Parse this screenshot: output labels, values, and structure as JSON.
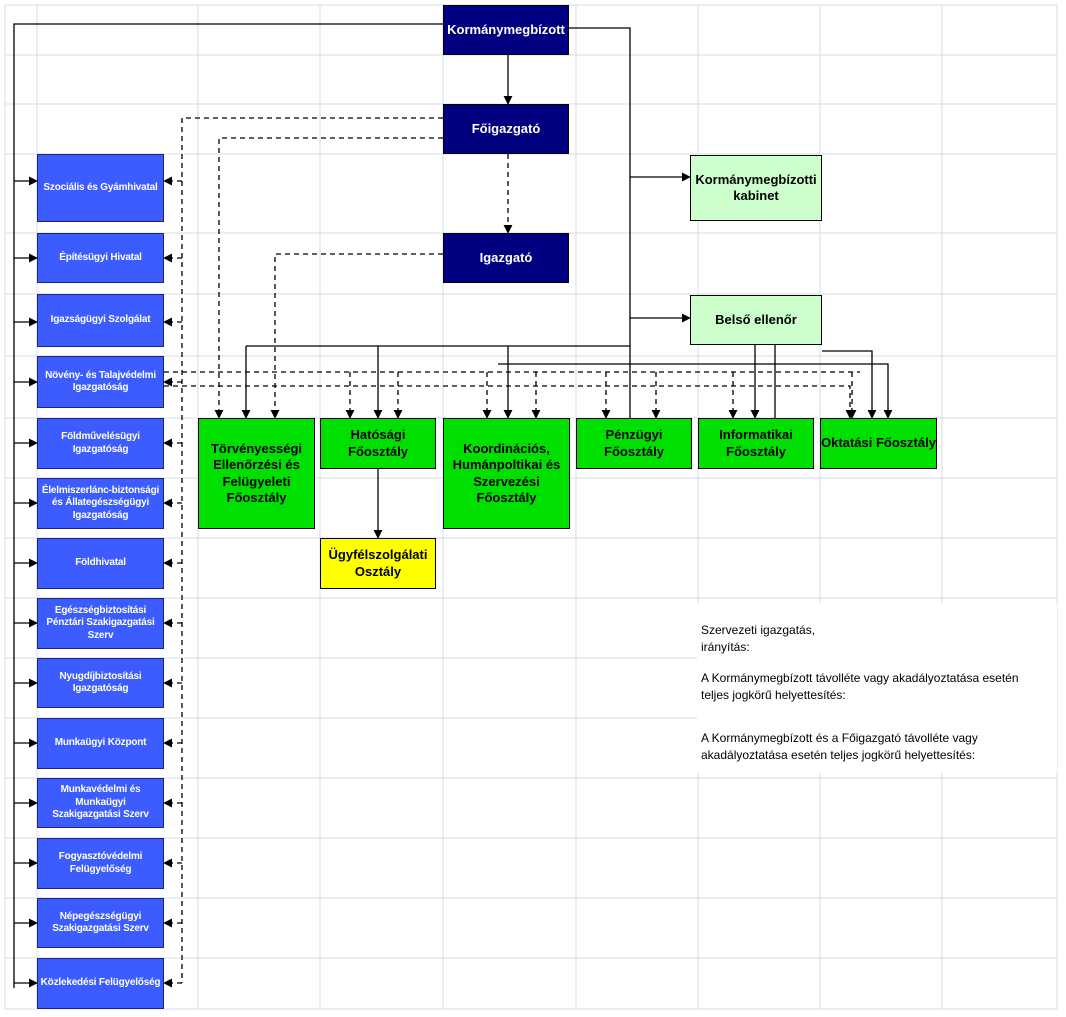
{
  "colors": {
    "navy": "#000080",
    "blue": "#3d5cff",
    "green": "#00e000",
    "light_green": "#ccffcc",
    "yellow": "#ffff00",
    "grid": "#d4dce8"
  },
  "top": {
    "governor": "Kormánymegbízott",
    "director_general": "Főigazgató",
    "director": "Igazgató",
    "cabinet": "Kormánymegbízotti kabinet",
    "internal_audit": "Belső ellenőr"
  },
  "departments": {
    "legal": "Törvényességi Ellenőrzési és Felügyeleti Főosztály",
    "authority": "Hatósági Főosztály",
    "coordination": "Koordinációs, Humánpoltikai és Szervezési Főosztály",
    "finance": "Pénzügyi Főosztály",
    "it": "Informatikai Főosztály",
    "education": "Oktatási Főosztály",
    "customer_service": "Ügyfélszolgálati Osztály"
  },
  "offices": [
    "Szociális és Gyámhivatal",
    "Építésügyi Hivatal",
    "Igazságügyi Szolgálat",
    "Növény- és Talajvédelmi Igazgatóság",
    "Földművelésügyi Igazgatóság",
    "Élelmiszerlánc-biztonsági és Állategészségügyi Igazgatóság",
    "Földhivatal",
    "Egészségbiztosítási Pénztári Szakigazgatási Szerv",
    "Nyugdíjbiztosítási Igazgatóság",
    "Munkaügyi Központ",
    "Munkavédelmi és Munkaügyi Szakigazgatási Szerv",
    "Fogyasztóvédelmi Felügyelőség",
    "Népegészségügyi Szakigazgatási Szerv",
    "Közlekedési Felügyelőség"
  ],
  "legend": {
    "solid": "Szervezeti igazgatás, irányítás:",
    "dashed": "A Kormánymegbízott távolléte vagy akadályoztatása esetén teljes jogkörű helyettesítés:",
    "dotted": "A Kormánymegbízott és a Főigazgató távolléte vagy akadályoztatása esetén teljes jogkörű helyettesítés:"
  }
}
